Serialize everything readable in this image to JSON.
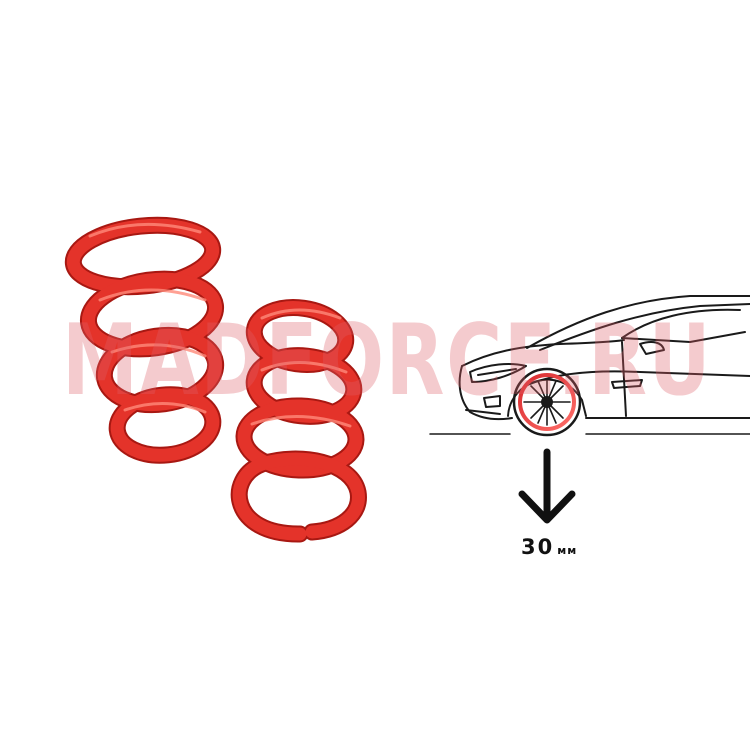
{
  "watermark": {
    "text": "MADFORCE.RU"
  },
  "lowering": {
    "value": "30",
    "unit": "мм"
  },
  "colors": {
    "spring": "#e4332a",
    "spring_highlight": "#ff8a7a",
    "spring_shadow": "#a81812",
    "outline": "#1a1a1a",
    "watermark": "#e0606a"
  },
  "icons": {
    "arrow": "arrow-down-icon",
    "car": "car-outline-icon"
  }
}
